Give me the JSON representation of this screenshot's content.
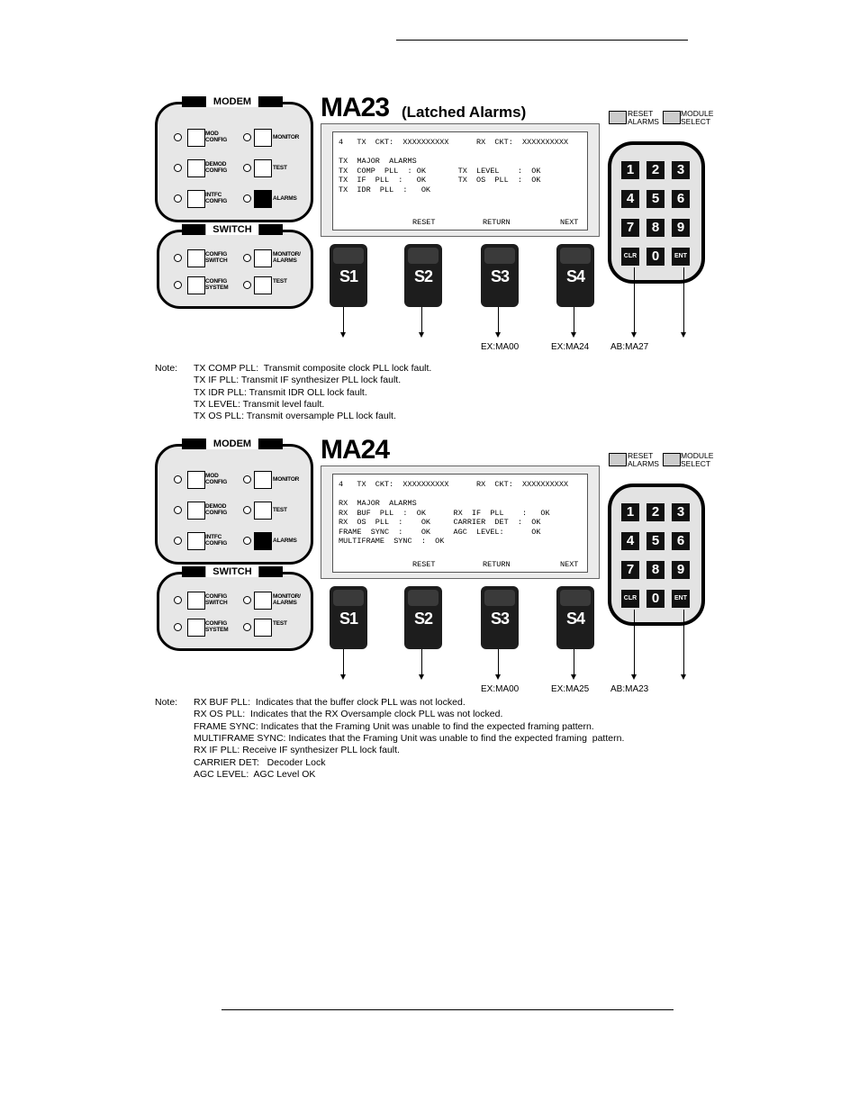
{
  "diagrams": [
    {
      "id": "MA23",
      "title": "MA23",
      "subtitle": "(Latched Alarms)",
      "modem_panel": {
        "title": "MODEM",
        "left_keys": [
          "MOD\nCONFIG",
          "DEMOD\nCONFIG",
          "INTFC\nCONFIG"
        ],
        "right_keys": [
          "MONITOR",
          "TEST",
          "ALARMS"
        ]
      },
      "switch_panel": {
        "title": "SWITCH",
        "left_keys": [
          "CONFIG\nSWITCH",
          "CONFIG\nSYSTEM"
        ],
        "right_keys": [
          "MONITOR/\nALARMS",
          "TEST"
        ]
      },
      "screen_lines": [
        "4   TX  CKT:  XXXXXXXXXX      RX  CKT:  XXXXXXXXXX",
        "",
        "TX  MAJOR  ALARMS",
        "TX  COMP  PLL  : OK       TX  LEVEL    :  OK",
        "TX  IF  PLL  :   OK       TX  OS  PLL  :  OK",
        "TX  IDR  PLL  :   OK"
      ],
      "softkey_labels": [
        "RESET",
        "RETURN",
        "NEXT"
      ],
      "softkeys": [
        "S1",
        "S2",
        "S3",
        "S4"
      ],
      "reset_alarms": "RESET\nALARMS",
      "module_select": "MODULE\nSELECT",
      "keypad": [
        "1",
        "2",
        "3",
        "4",
        "5",
        "6",
        "7",
        "8",
        "9",
        "CLR",
        "0",
        "ENT"
      ],
      "captions": [
        "EX:MA00",
        "EX:MA24",
        "AB:MA27"
      ],
      "note_label": "Note:",
      "notes": [
        "TX COMP PLL:  Transmit composite clock PLL lock fault.",
        "TX IF PLL: Transmit IF synthesizer PLL lock fault.",
        "TX IDR PLL: Transmit IDR OLL lock fault.",
        "TX LEVEL: Transmit level fault.",
        "TX OS PLL: Transmit oversample PLL lock fault."
      ]
    },
    {
      "id": "MA24",
      "title": "MA24",
      "subtitle": "",
      "modem_panel": {
        "title": "MODEM",
        "left_keys": [
          "MOD\nCONFIG",
          "DEMOD\nCONFIG",
          "INTFC\nCONFIG"
        ],
        "right_keys": [
          "MONITOR",
          "TEST",
          "ALARMS"
        ]
      },
      "switch_panel": {
        "title": "SWITCH",
        "left_keys": [
          "CONFIG\nSWITCH",
          "CONFIG\nSYSTEM"
        ],
        "right_keys": [
          "MONITOR/\nALARMS",
          "TEST"
        ]
      },
      "screen_lines": [
        "4   TX  CKT:  XXXXXXXXXX      RX  CKT:  XXXXXXXXXX",
        "",
        "RX  MAJOR  ALARMS",
        "RX  BUF  PLL  :  OK      RX  IF  PLL    :   OK",
        "RX  OS  PLL  :    OK     CARRIER  DET  :  OK",
        "FRAME  SYNC  :    OK     AGC  LEVEL:      OK",
        "MULTIFRAME  SYNC  :  OK"
      ],
      "softkey_labels": [
        "RESET",
        "RETURN",
        "NEXT"
      ],
      "softkeys": [
        "S1",
        "S2",
        "S3",
        "S4"
      ],
      "reset_alarms": "RESET\nALARMS",
      "module_select": "MODULE\nSELECT",
      "keypad": [
        "1",
        "2",
        "3",
        "4",
        "5",
        "6",
        "7",
        "8",
        "9",
        "CLR",
        "0",
        "ENT"
      ],
      "captions": [
        "EX:MA00",
        "EX:MA25",
        "AB:MA23"
      ],
      "note_label": "Note:",
      "notes": [
        "RX BUF PLL:  Indicates that the buffer clock PLL was not locked.",
        "RX OS PLL:  Indicates that the RX Oversample clock PLL was not locked.",
        "FRAME SYNC: Indicates that the Framing Unit was unable to find the expected framing pattern.",
        "MULTIFRAME SYNC: Indicates that the Framing Unit was unable to find the expected framing  pattern.",
        "RX IF PLL: Receive IF synthesizer PLL lock fault.",
        "CARRIER DET:   Decoder Lock",
        "AGC LEVEL:  AGC Level OK"
      ]
    }
  ]
}
